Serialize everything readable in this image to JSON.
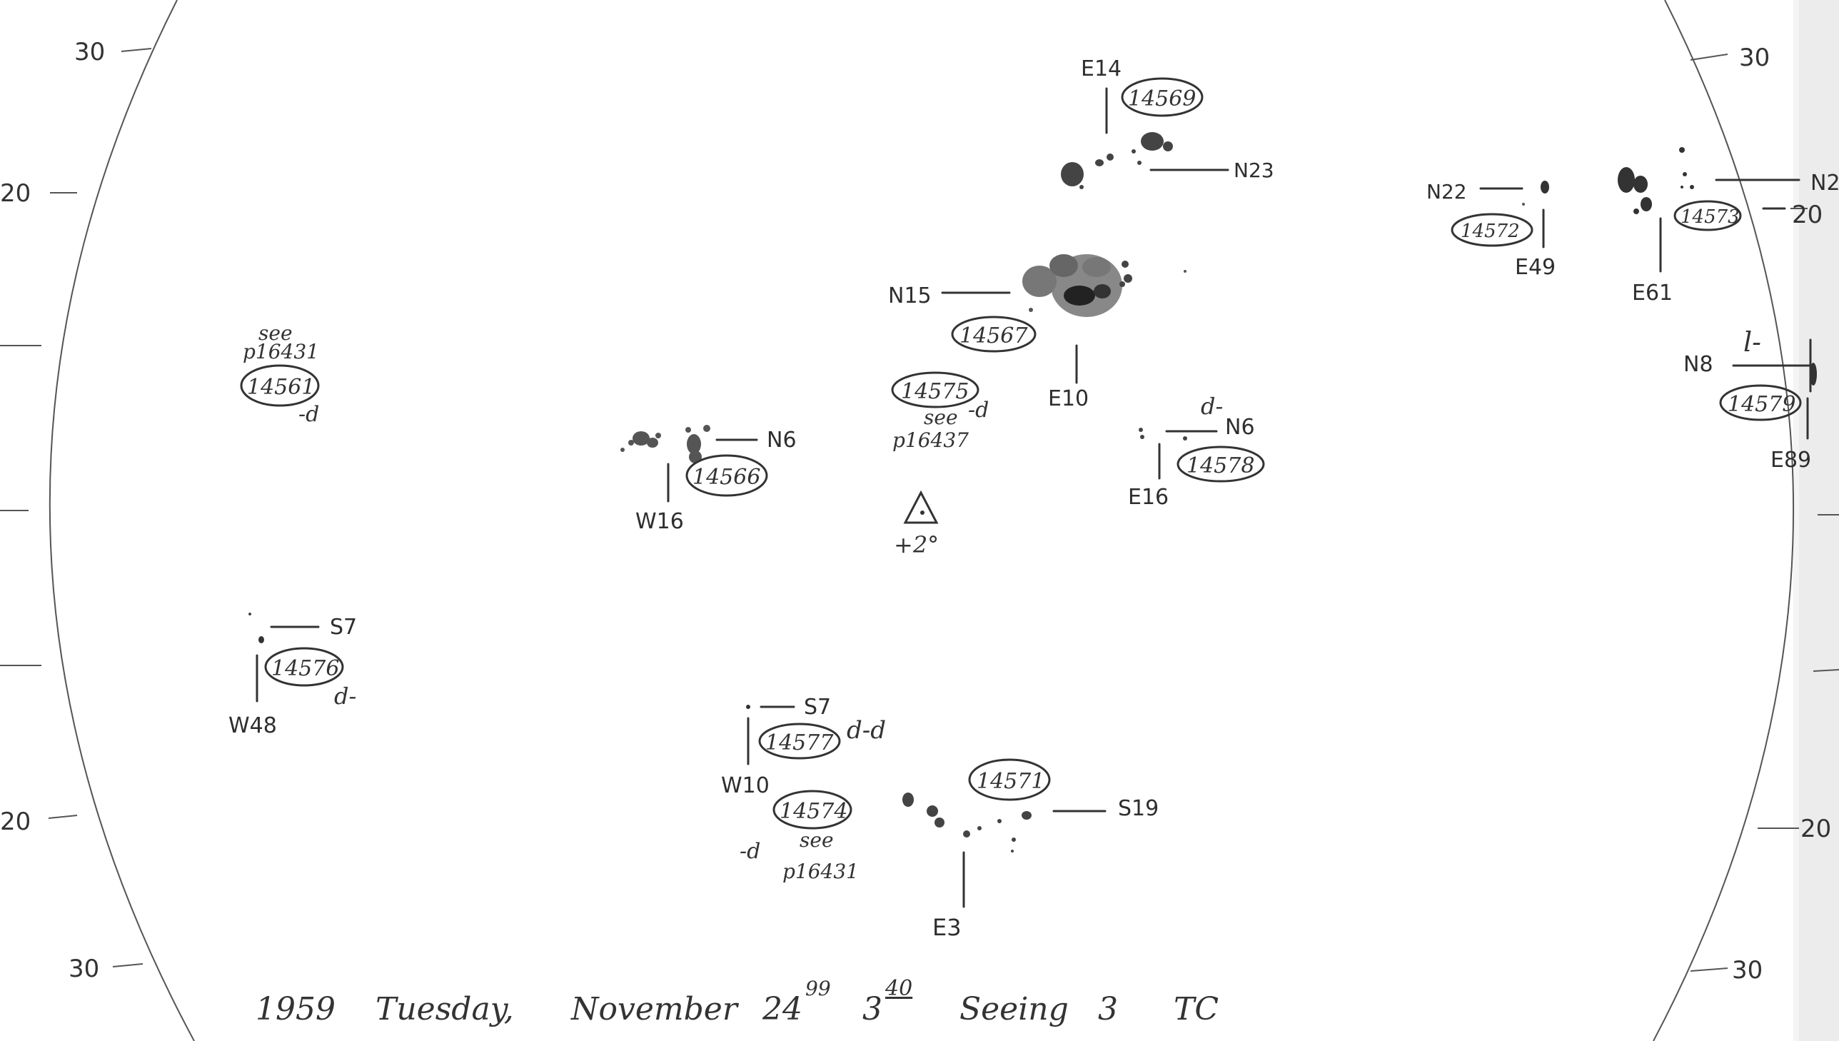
{
  "scale": {
    "left": [
      "30",
      "20",
      "20",
      "30"
    ],
    "right": [
      "30",
      "20",
      "20",
      "30"
    ]
  },
  "footer": {
    "year": "1959",
    "weekday": "Tuesday,",
    "month": "November",
    "day": "24",
    "day_frac": "99",
    "hour": "3",
    "minute": "40",
    "seeing_label": "Seeing",
    "seeing_value": "3",
    "observer": "TC"
  },
  "center_marker": {
    "label": "+2°"
  },
  "groups": {
    "g14561": {
      "number": "14561",
      "see": "see",
      "ref": "p16431",
      "note": "-d"
    },
    "g14566": {
      "number": "14566",
      "lat": "N6",
      "lon": "W16"
    },
    "g14567": {
      "number": "14567",
      "lat": "N15",
      "lon": "E10"
    },
    "g14569": {
      "number": "14569",
      "lat": "N23",
      "lon": "E14"
    },
    "g14572": {
      "number": "14572",
      "lat": "N22",
      "lon": "E49"
    },
    "g14573": {
      "number": "14573",
      "lat": "N2",
      "lat2": "20",
      "lon": "E61"
    },
    "g14575": {
      "number": "14575",
      "see": "see",
      "ref": "p16437",
      "note": "-d"
    },
    "g14578": {
      "number": "14578",
      "lat": "N6",
      "lon": "E16",
      "note": "d-"
    },
    "g14579": {
      "number": "14579",
      "lat": "N8",
      "lon": "E89",
      "note": "l-"
    },
    "g14576": {
      "number": "14576",
      "lat": "S7",
      "lon": "W48",
      "note": "d-"
    },
    "g14577": {
      "number": "14577",
      "lat": "S7",
      "lon": "W10",
      "note": "d-d"
    },
    "g14574": {
      "number": "14574",
      "see": "see",
      "ref": "p16431",
      "note": "-d"
    },
    "g14571": {
      "number": "14571",
      "lat": "S19",
      "lon": "E3"
    }
  }
}
